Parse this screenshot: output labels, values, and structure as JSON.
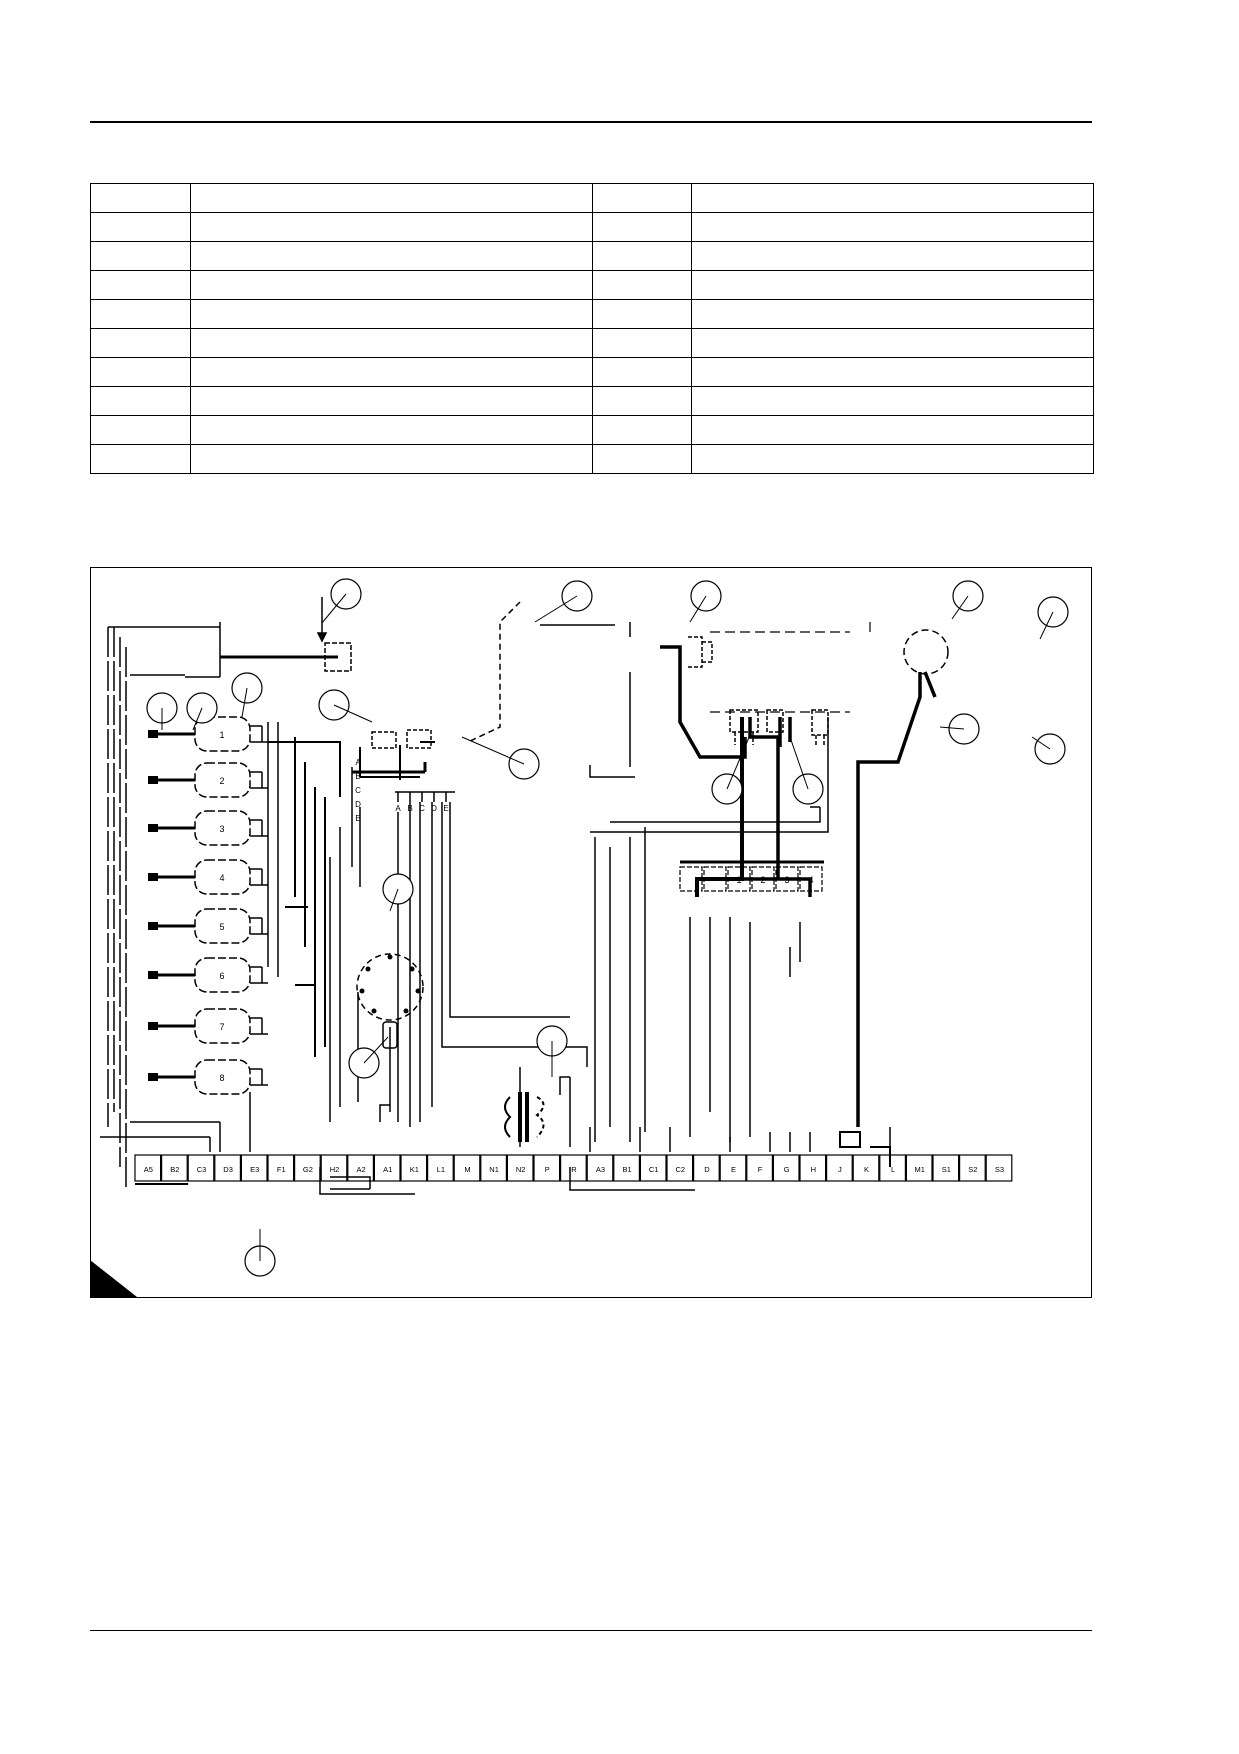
{
  "legend_rows": 10,
  "callouts": [
    {
      "id": "c-top-left-connector"
    },
    {
      "id": "c-dash-line"
    },
    {
      "id": "c-top-plug"
    },
    {
      "id": "c-top-right"
    },
    {
      "id": "c-far-right"
    },
    {
      "id": "c-left-a"
    },
    {
      "id": "c-left-b"
    },
    {
      "id": "c-left-c"
    },
    {
      "id": "c-switch-block"
    },
    {
      "id": "c-relay"
    },
    {
      "id": "c-plug-left"
    },
    {
      "id": "c-plug-mid"
    },
    {
      "id": "c-plug-right"
    },
    {
      "id": "c-motor-right"
    },
    {
      "id": "c-selector"
    },
    {
      "id": "c-resistor"
    },
    {
      "id": "c-transformer"
    },
    {
      "id": "c-terminal-bottom"
    }
  ],
  "heaters": [
    {
      "label": "1"
    },
    {
      "label": "2"
    },
    {
      "label": "3"
    },
    {
      "label": "4"
    },
    {
      "label": "5"
    },
    {
      "label": "6"
    },
    {
      "label": "7"
    },
    {
      "label": "8"
    }
  ],
  "switch_labels": [
    "A",
    "B",
    "C",
    "D",
    "E"
  ],
  "relay_labels": [
    "A",
    "B",
    "C",
    "D",
    "E"
  ],
  "side_terminals": [
    "1",
    "2",
    "3",
    "4"
  ],
  "terminals": [
    "A5",
    "B2",
    "C3",
    "D3",
    "E3",
    "F1",
    "G2",
    "H2",
    "A2",
    "A1",
    "K1",
    "L1",
    "M",
    "N1",
    "N2",
    "P",
    "R",
    "A3",
    "B1",
    "C1",
    "C2",
    "D",
    "E",
    "F",
    "G",
    "H",
    "J",
    "K",
    "L",
    "M1",
    "S1",
    "S2",
    "S3"
  ]
}
